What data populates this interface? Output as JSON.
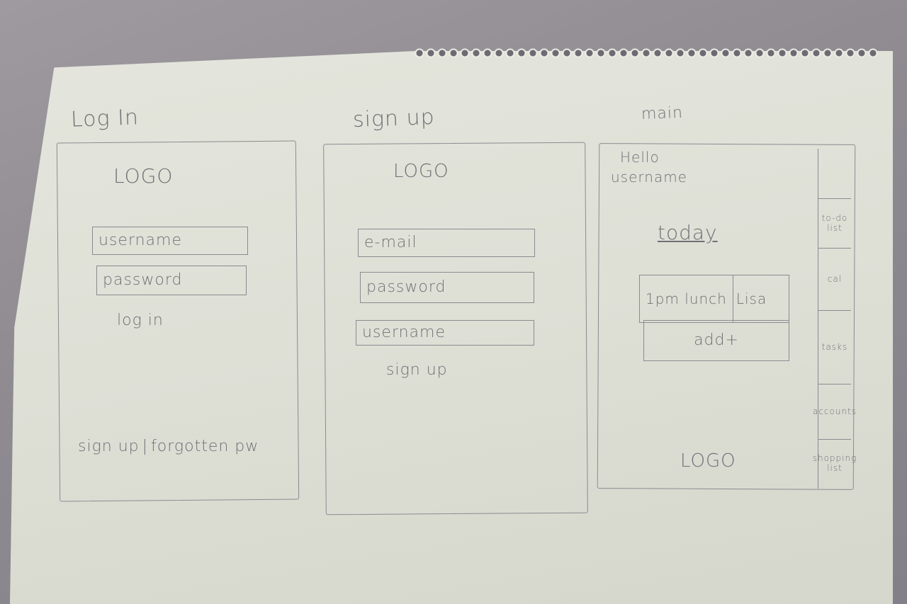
{
  "screens": {
    "login": {
      "title": "Log In",
      "logo": "LOGO",
      "username_field": "username",
      "password_field": "password",
      "login_button": "log in",
      "signup_link": "sign up",
      "separator": "|",
      "forgot_link": "forgotten pw"
    },
    "signup": {
      "title": "sign up",
      "logo": "LOGO",
      "email_field": "e-mail",
      "password_field": "password",
      "username_field": "username",
      "signup_button": "sign up"
    },
    "main": {
      "title": "main",
      "greeting_line1": "Hello",
      "greeting_line2": "username",
      "section_title": "today",
      "event_text": "1pm lunch",
      "event_person": "Lisa",
      "add_button": "add+",
      "logo": "LOGO",
      "tabs": [
        "to-do list",
        "cal",
        "tasks",
        "accounts",
        "shopping list"
      ]
    }
  },
  "colors": {
    "paper": "#dddfd5",
    "pencil": "#6f7075",
    "background": "#8f8b91"
  }
}
